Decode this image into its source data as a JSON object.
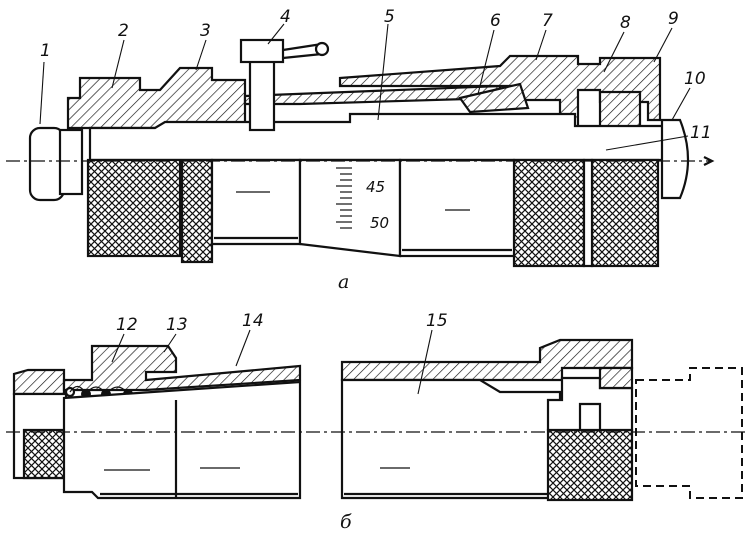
{
  "figure_a": {
    "caption": "а",
    "labels": [
      "1",
      "2",
      "3",
      "4",
      "5",
      "6",
      "7",
      "8",
      "9",
      "10",
      "11"
    ],
    "scale_marks": [
      "45",
      "50"
    ]
  },
  "figure_b": {
    "caption": "б",
    "labels": [
      "12",
      "13",
      "14",
      "15"
    ]
  },
  "colors": {
    "ink": "#111111",
    "paper": "#ffffff"
  }
}
